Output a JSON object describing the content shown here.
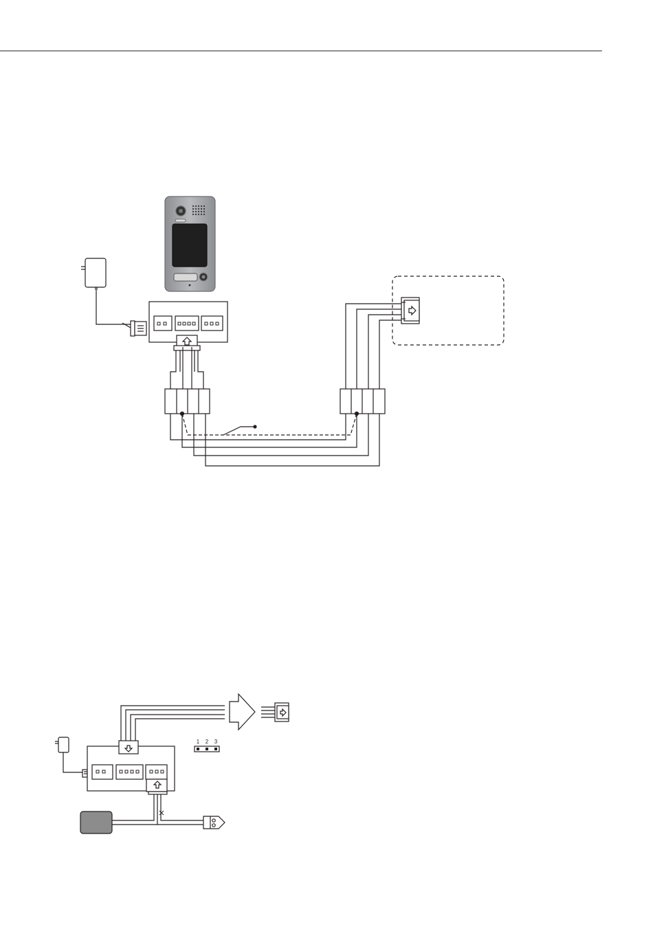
{
  "page": {
    "header_rule": true
  },
  "diagram_top": {
    "door_station": {
      "icon": "door-station-panel-icon"
    },
    "power_adapter": {
      "icon": "power-adapter-icon"
    },
    "indoor_monitor_area": {
      "style": "dashed-rounded-box"
    },
    "wiring": {
      "cores": 4,
      "shielded": true
    }
  },
  "diagram_bottom": {
    "jumper_labels": [
      "1",
      "2",
      "3"
    ],
    "power_adapter": {
      "icon": "power-adapter-icon"
    },
    "exit_button": {
      "icon": "exit-button-icon"
    },
    "lock": {
      "icon": "lock-icon"
    }
  },
  "colors": {
    "line": "#231f20",
    "panel_body": "#9a9ca0",
    "screen": "#222222",
    "button_fill": "#8c8c8c"
  }
}
